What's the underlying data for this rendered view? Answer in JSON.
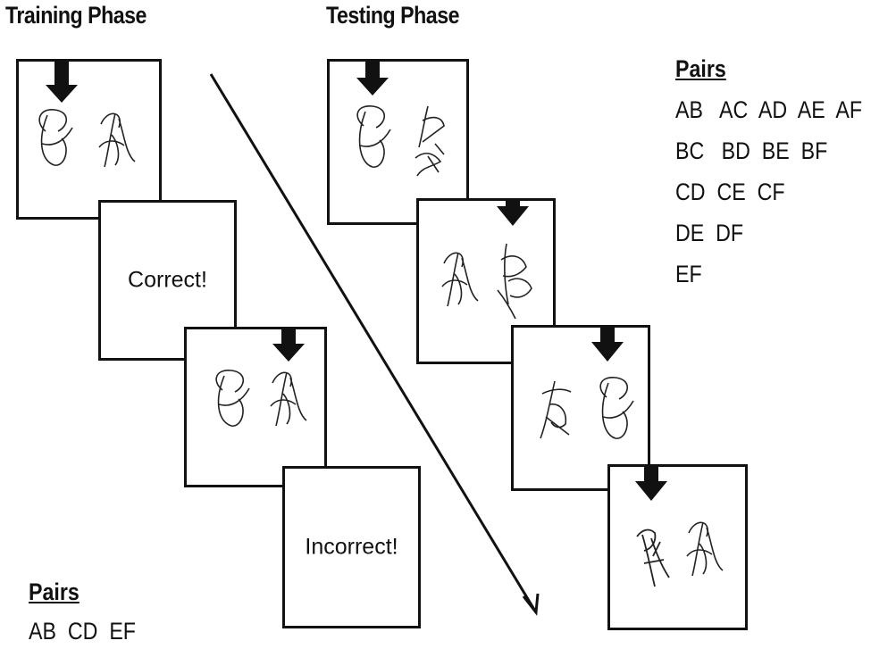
{
  "training": {
    "heading": "Training Phase",
    "feedback_correct": "Correct!",
    "feedback_incorrect": "Incorrect!",
    "pairs_title": "Pairs",
    "pairs": [
      "AB  CD  EF"
    ]
  },
  "testing": {
    "heading": "Testing Phase",
    "pairs_title": "Pairs",
    "pairs": [
      "AB   AC  AD  AE  AF",
      "BC   BD  BE  BF",
      "CD  CE  CF",
      "DE  DF",
      "EF"
    ]
  }
}
